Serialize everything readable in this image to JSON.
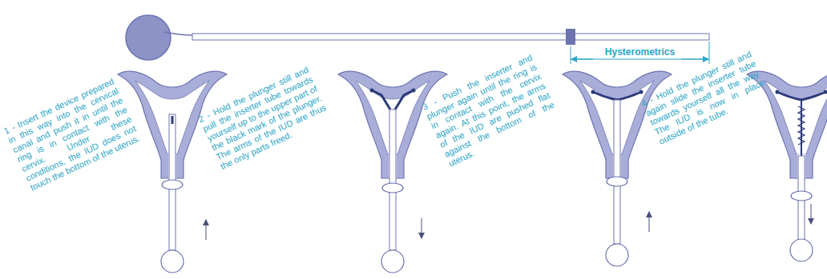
{
  "diagram": {
    "labels": [
      "Hysterometrics",
      "1 - Insert the device prepared in this way into the cervical canal and push it in until the ring is in contact with the cervix. Under these conditions, the IUD does not touch the bottom of the uterus.",
      "2 - Hold the plunger still and pull the inserter tube towards yourself up to the upper part of the black mark of the plunger. The arms of the IUD are thus the only parts freed.",
      "3 - Push the inserter and plunger again until the ring is in contact with the cervix again. At this point, the arms of the IUD are pushed flat against the bottom of the uterus.",
      "4 - Hold the plunger still and again slide the inserter tube towards yourself all the way. The IUD is now in place outside of the tube."
    ]
  }
}
